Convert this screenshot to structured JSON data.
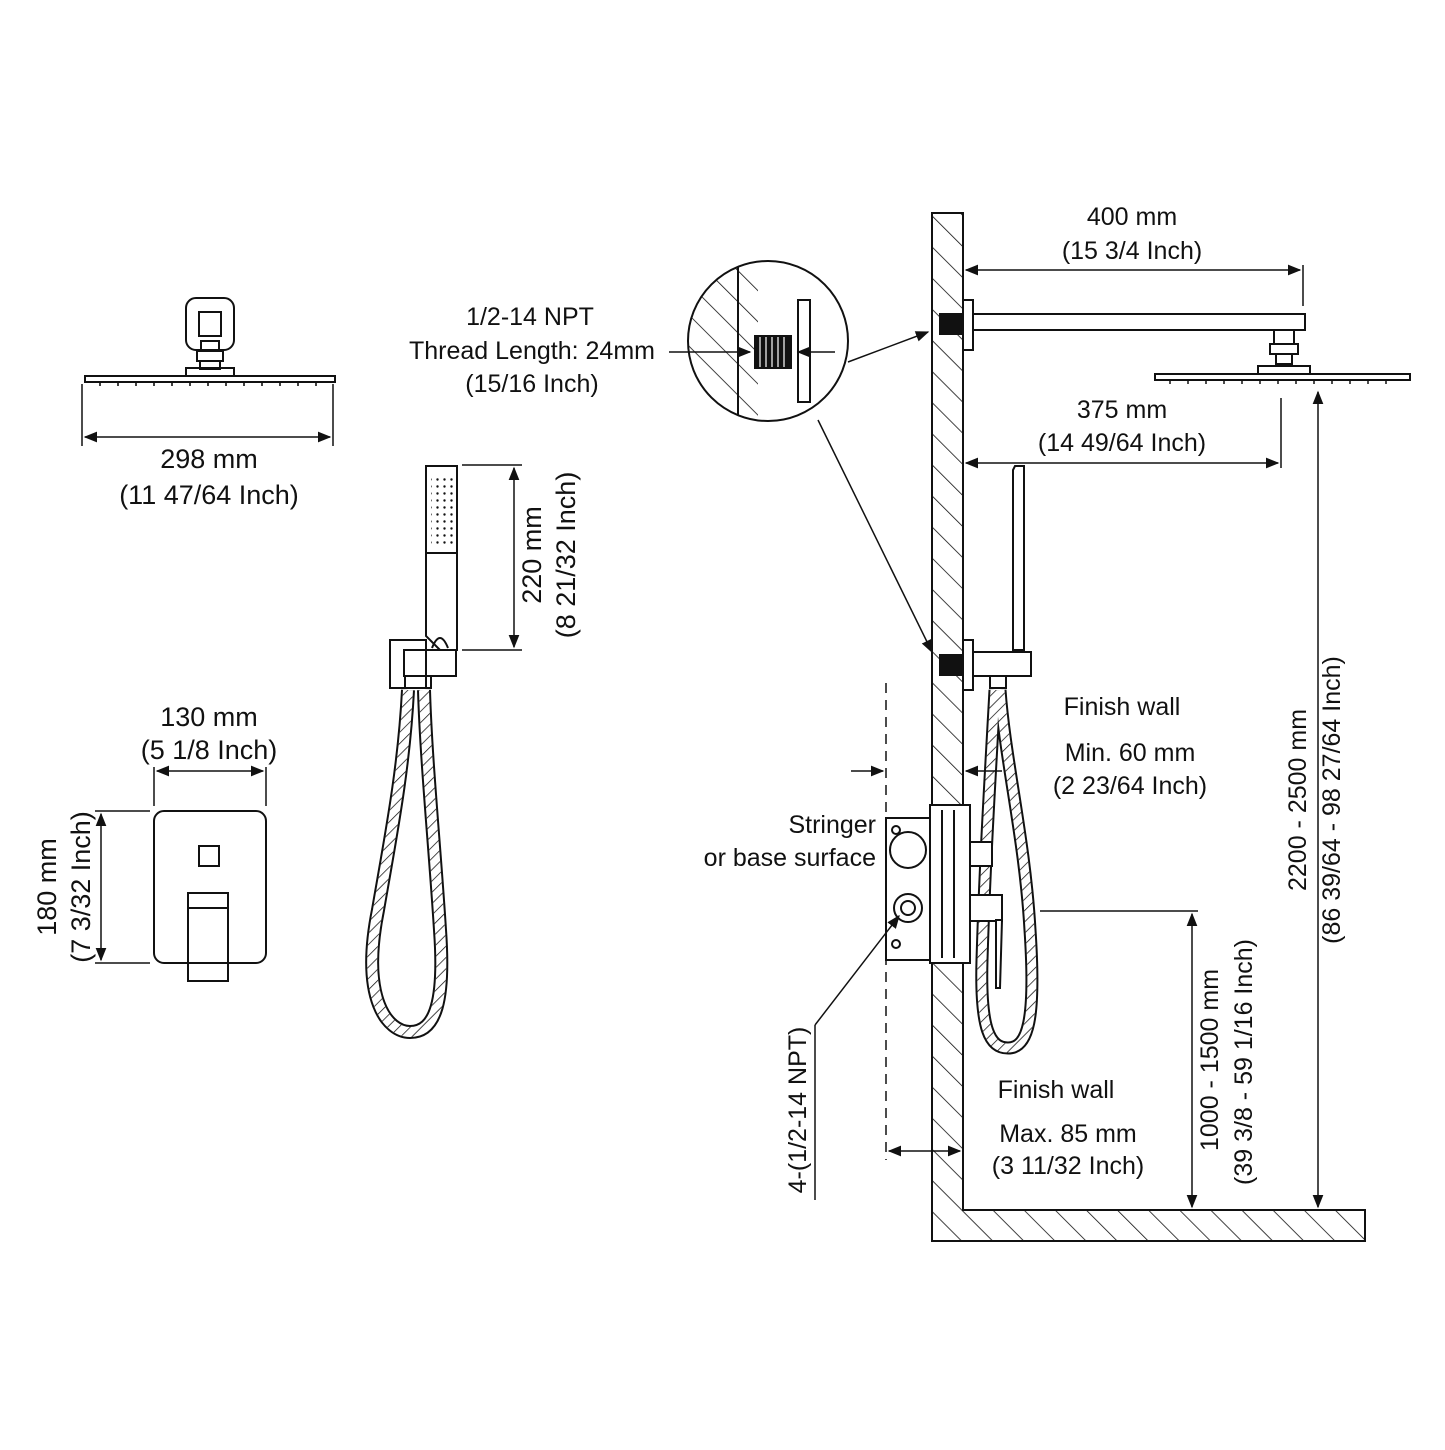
{
  "colors": {
    "line": "#111111",
    "background": "#ffffff"
  },
  "shower_head": {
    "width_mm": "298 mm",
    "width_inch": "(11 47/64 Inch)"
  },
  "hand_shower": {
    "length_mm": "220 mm",
    "length_inch": "(8 21/32 Inch)"
  },
  "valve_plate": {
    "width_mm": "130 mm",
    "width_inch": "(5 1/8 Inch)",
    "height_mm": "180 mm",
    "height_inch": "(7 3/32 Inch)"
  },
  "thread_detail": {
    "spec": "1/2-14 NPT",
    "length": "Thread Length: 24mm",
    "length_inch": "(15/16 Inch)"
  },
  "installation": {
    "arm_length_mm": "400 mm",
    "arm_length_inch": "(15 3/4 Inch)",
    "head_offset_mm": "375 mm",
    "head_offset_inch": "(14 49/64 Inch)",
    "finish_wall_min_title": "Finish wall",
    "finish_wall_min_mm": "Min. 60 mm",
    "finish_wall_min_inch": "(2 23/64 Inch)",
    "stringer_line1": "Stringer",
    "stringer_line2": "or base surface",
    "outlets": "4-(1/2-14 NPT)",
    "finish_wall_max_title": "Finish wall",
    "finish_wall_max_mm": "Max. 85 mm",
    "finish_wall_max_inch": "(3 11/32 Inch)",
    "valve_height_mm": "1000 - 1500 mm",
    "valve_height_inch": "(39 3/8 - 59 1/16 Inch)",
    "head_height_mm": "2200 - 2500 mm",
    "head_height_inch": "(86 39/64 - 98 27/64 Inch)"
  }
}
